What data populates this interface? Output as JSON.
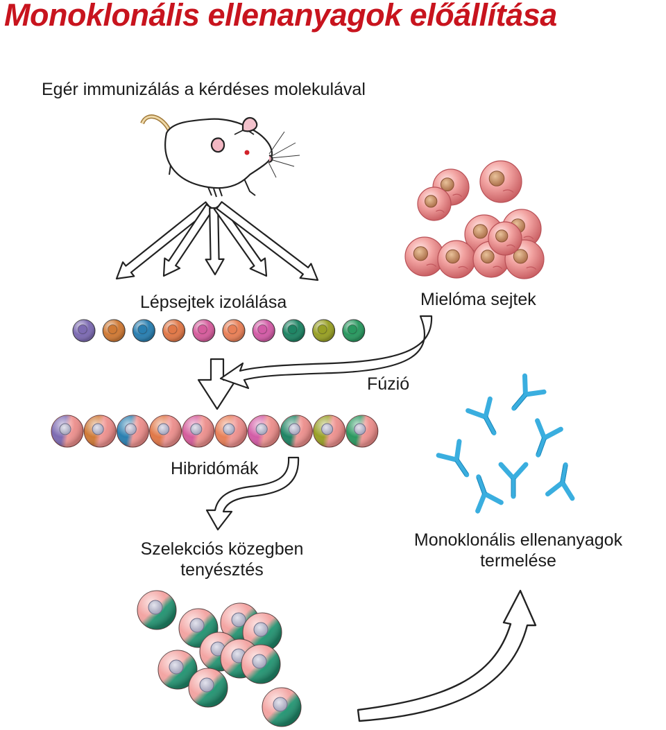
{
  "title": "Monoklonális ellenanyagok előállítása",
  "labels": {
    "immunization": "Egér immunizálás a kérdéses molekulával",
    "spleen_cells": "Lépsejtek izolálása",
    "myeloma_cells": "Mielóma sejtek",
    "fusion": "Fúzió",
    "hybridomas": "Hibridómák",
    "selection_line1": "Szelekciós közegben",
    "selection_line2": "tenyésztés",
    "production_line1": "Monoklonális ellenanyagok",
    "production_line2": "termelése"
  },
  "colors": {
    "title": "#c8141e",
    "spleen_cells": [
      "#7d6bb2",
      "#cf7a36",
      "#2a7fb0",
      "#e07848",
      "#d55d9c",
      "#e88058",
      "#d25ca6",
      "#1f8464",
      "#98a026",
      "#2a9860"
    ],
    "myeloma": "#e88a8a",
    "hybrid_base": "#f19a98",
    "selection_cell_second": "#1e8c6a",
    "antibody": "#3aaedf"
  }
}
